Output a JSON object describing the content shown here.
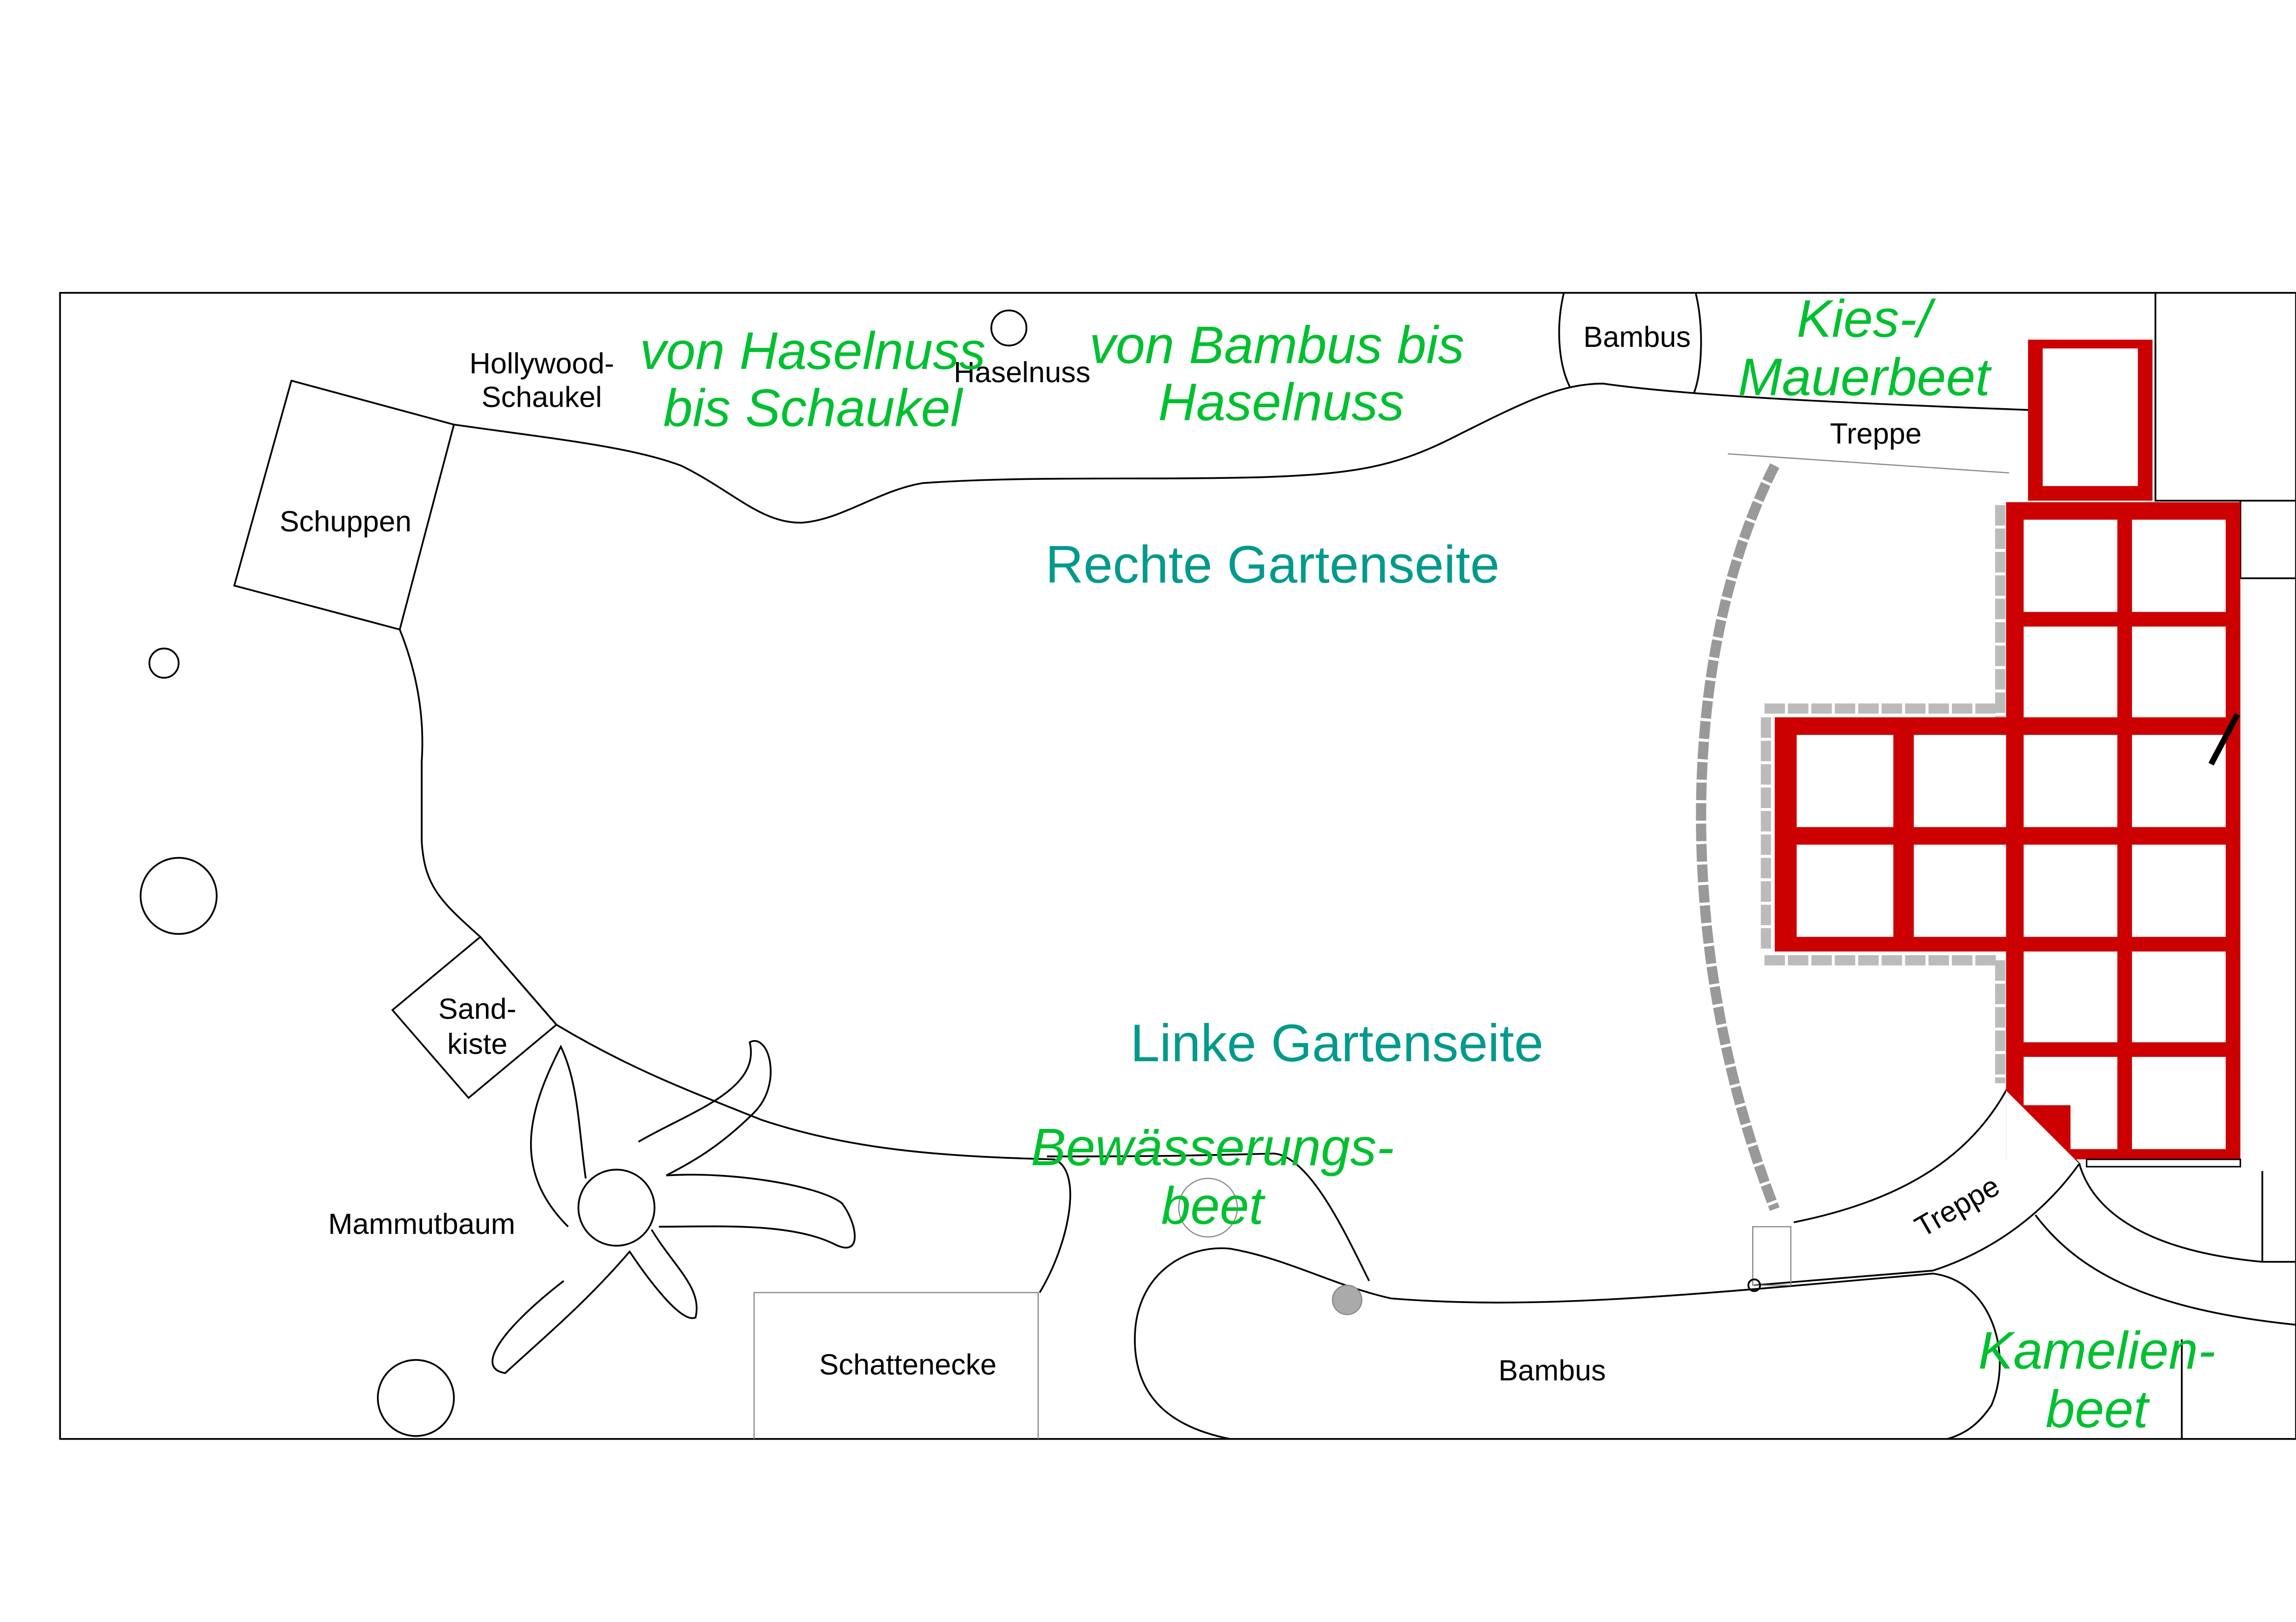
{
  "labels": {
    "hollywood_schaukel_1": "Hollywood-",
    "hollywood_schaukel_2": "Schaukel",
    "schuppen": "Schuppen",
    "haselnuss": "Haselnuss",
    "bambus_top": "Bambus",
    "treppe_top": "Treppe",
    "sandkiste_1": "Sand-",
    "sandkiste_2": "kiste",
    "mammutbaum": "Mammutbaum",
    "schattenecke": "Schattenecke",
    "bambus_bottom": "Bambus",
    "treppe_bottom": "Treppe"
  },
  "areas": {
    "haselnuss_schaukel_1": "von Haselnuss",
    "haselnuss_schaukel_2": "bis Schaukel",
    "bambus_haselnuss_1": "von Bambus bis",
    "bambus_haselnuss_2": "Haselnuss",
    "kies_1": "Kies-/",
    "kies_2": "Mauerbeet",
    "bewaesserung_1": "Bewässerungs-",
    "bewaesserung_2": "beet",
    "kamelien_1": "Kamelien-",
    "kamelien_2": "beet"
  },
  "sides": {
    "right": "Rechte Gartenseite",
    "left": "Linke Gartenseite"
  },
  "colors": {
    "wall": "#cc0000",
    "area_text": "#00c030",
    "side_text": "#009a8c"
  }
}
